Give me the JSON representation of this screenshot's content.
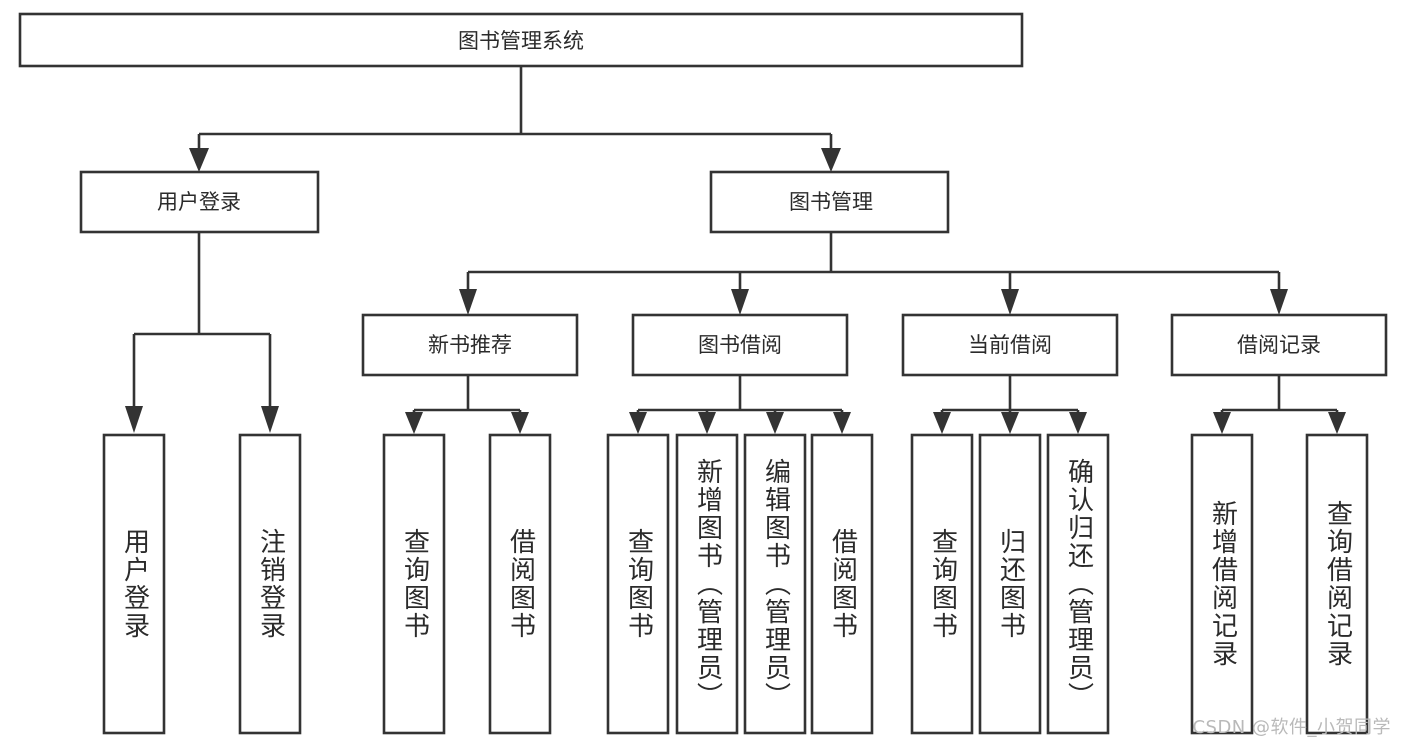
{
  "diagram": {
    "title": "图书管理系统",
    "type": "tree-hierarchy-chart",
    "colors": {
      "stroke": "#333333",
      "fill": "#ffffff",
      "text": "#2b2b2b",
      "watermark": "#b9b9b9"
    },
    "root": {
      "label": "图书管理系统"
    },
    "level2": [
      {
        "label": "用户登录"
      },
      {
        "label": "图书管理"
      }
    ],
    "level3": [
      {
        "label": "新书推荐"
      },
      {
        "label": "图书借阅"
      },
      {
        "label": "当前借阅"
      },
      {
        "label": "借阅记录"
      }
    ],
    "leaves": {
      "user_login": [
        {
          "label": "用户登录"
        },
        {
          "label": "注销登录"
        }
      ],
      "new_book_recommend": [
        {
          "label": "查询图书"
        },
        {
          "label": "借阅图书"
        }
      ],
      "book_borrow": [
        {
          "label": "查询图书"
        },
        {
          "label": "新增图书（管理员）"
        },
        {
          "label": "编辑图书（管理员）"
        },
        {
          "label": "借阅图书"
        }
      ],
      "current_borrow": [
        {
          "label": "查询图书"
        },
        {
          "label": "归还图书"
        },
        {
          "label": "确认归还（管理员）"
        }
      ],
      "borrow_record": [
        {
          "label": "新增借阅记录"
        },
        {
          "label": "查询借阅记录"
        }
      ]
    }
  },
  "watermark": {
    "text": "CSDN @软件_小贺同学"
  }
}
